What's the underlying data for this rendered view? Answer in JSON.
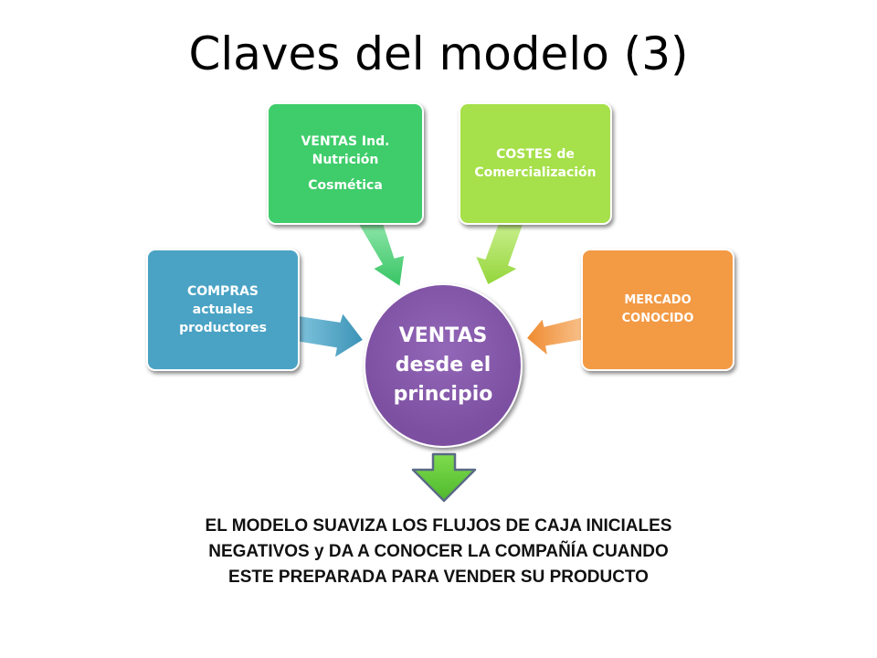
{
  "title": "Claves del modelo (3)",
  "center": {
    "lines": [
      "VENTAS",
      "desde el",
      "principio"
    ],
    "color": "#7c4fa1"
  },
  "boxes": {
    "compras": {
      "lines": [
        "COMPRAS",
        "actuales",
        "productores"
      ],
      "color": "#4aa3c4"
    },
    "ventas_ind": {
      "lines": [
        "VENTAS Ind.",
        "Nutrición",
        "Cosmética"
      ],
      "color": "#3fcd6b"
    },
    "costes": {
      "lines": [
        "COSTES de",
        "Comercialización"
      ],
      "color": "#a6e04a"
    },
    "mercado": {
      "lines": [
        "MERCADO",
        "CONOCIDO"
      ],
      "color": "#f39a45"
    }
  },
  "down_arrow_color": "#6ccf3f",
  "note": {
    "lines": [
      "EL MODELO SUAVIZA LOS FLUJOS DE CAJA INICIALES",
      "NEGATIVOS y DA A CONOCER LA COMPAÑÍA CUANDO",
      "ESTE PREPARADA PARA VENDER SU PRODUCTO"
    ]
  }
}
